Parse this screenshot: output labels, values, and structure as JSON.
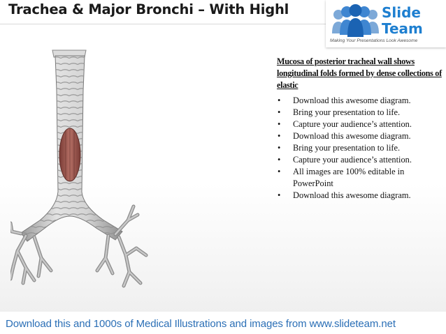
{
  "title": "Trachea & Major Bronchi – With Highl",
  "logo": {
    "line1": "Slide",
    "line2": "Team",
    "tagline": "Making Your Presentations Look Awesome",
    "color": "#1e7fd0"
  },
  "heading": "Mucosa of posterior tracheal wall shows longitudinal folds formed by dense collections of elastic",
  "bullets": [
    "Download this awesome diagram.",
    "Bring your presentation to life.",
    "Capture your audience’s attention.",
    "Download this awesome diagram.",
    "Bring your presentation to life.",
    "Capture your audience’s attention.",
    " All images are 100% editable in PowerPoint",
    "Download this awesome diagram."
  ],
  "bullet_glyph": "•",
  "footer": "Download this and 1000s of Medical Illustrations and images from www.slideteam.net",
  "colors": {
    "footer_text": "#2b6fb6",
    "trachea": "#c9c9c9",
    "mucosa_highlight": "#a05a52"
  }
}
